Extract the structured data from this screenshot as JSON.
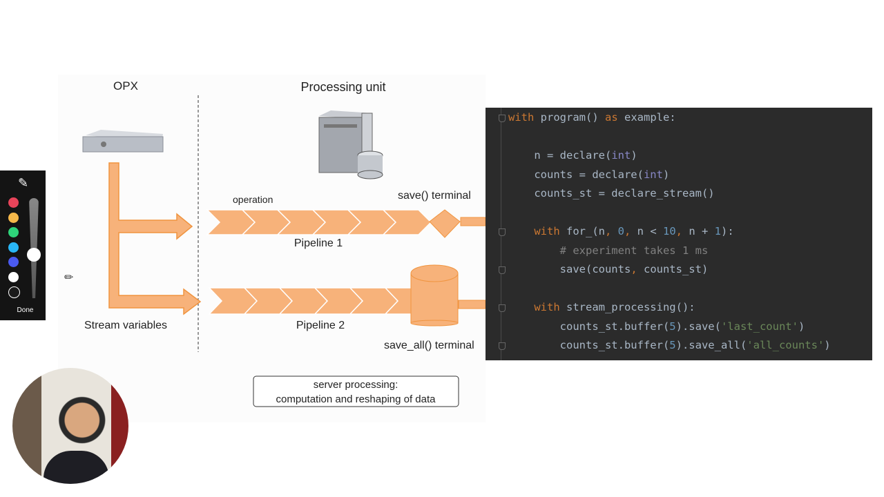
{
  "diagram": {
    "opx_label": "OPX",
    "processing_unit_label": "Processing unit",
    "operation_label": "operation",
    "save_terminal_label": "save() terminal",
    "pipeline1_label": "Pipeline 1",
    "pipeline2_label": "Pipeline 2",
    "stream_variables_label": "Stream variables",
    "save_all_terminal_label": "save_all() terminal",
    "server_box_line1": "server processing:",
    "server_box_line2": "computation and reshaping of data",
    "colors": {
      "orange_fill": "#f7b27a",
      "orange_stroke": "#f0943f"
    }
  },
  "code": {
    "lines": [
      [
        [
          "kw",
          "with"
        ],
        [
          "",
          "  program() "
        ],
        [
          "kw",
          "as"
        ],
        [
          "",
          " example:"
        ]
      ],
      [],
      [
        [
          "",
          "    n = declare("
        ],
        [
          "bi",
          "int"
        ],
        [
          "",
          ")"
        ]
      ],
      [
        [
          "",
          "    counts = declare("
        ],
        [
          "bi",
          "int"
        ],
        [
          "",
          ")"
        ]
      ],
      [
        [
          "",
          "    counts_st = declare_stream()"
        ]
      ],
      [],
      [
        [
          "kw",
          "    with"
        ],
        [
          "",
          " for_(n"
        ],
        [
          "pun",
          ", "
        ],
        [
          "num",
          "0"
        ],
        [
          "pun",
          ", "
        ],
        [
          "",
          "n < "
        ],
        [
          "num",
          "10"
        ],
        [
          "pun",
          ", "
        ],
        [
          "",
          "n + "
        ],
        [
          "num",
          "1"
        ],
        [
          "",
          "):"
        ]
      ],
      [
        [
          "cm",
          "        # experiment takes 1 ms"
        ]
      ],
      [
        [
          "",
          "        save(counts"
        ],
        [
          "pun",
          ", "
        ],
        [
          "",
          "counts_st)"
        ]
      ],
      [],
      [
        [
          "kw",
          "    with"
        ],
        [
          "",
          " stream_processing():"
        ]
      ],
      [
        [
          "",
          "        counts_st.buffer("
        ],
        [
          "num",
          "5"
        ],
        [
          "",
          ").save("
        ],
        [
          "str",
          "'last_count'"
        ],
        [
          "",
          ")"
        ]
      ],
      [
        [
          "",
          "        counts_st.buffer("
        ],
        [
          "num",
          "5"
        ],
        [
          "",
          ").save_all("
        ],
        [
          "str",
          "'all_counts'"
        ],
        [
          "",
          ")"
        ]
      ]
    ]
  },
  "toolbar": {
    "done_label": "Done",
    "colors": [
      "#e8445a",
      "#f5b84a",
      "#2ed47a",
      "#29b6f6",
      "#4a5af0",
      "#ffffff",
      "#1a1a1a"
    ],
    "pen_size": 0.45
  }
}
